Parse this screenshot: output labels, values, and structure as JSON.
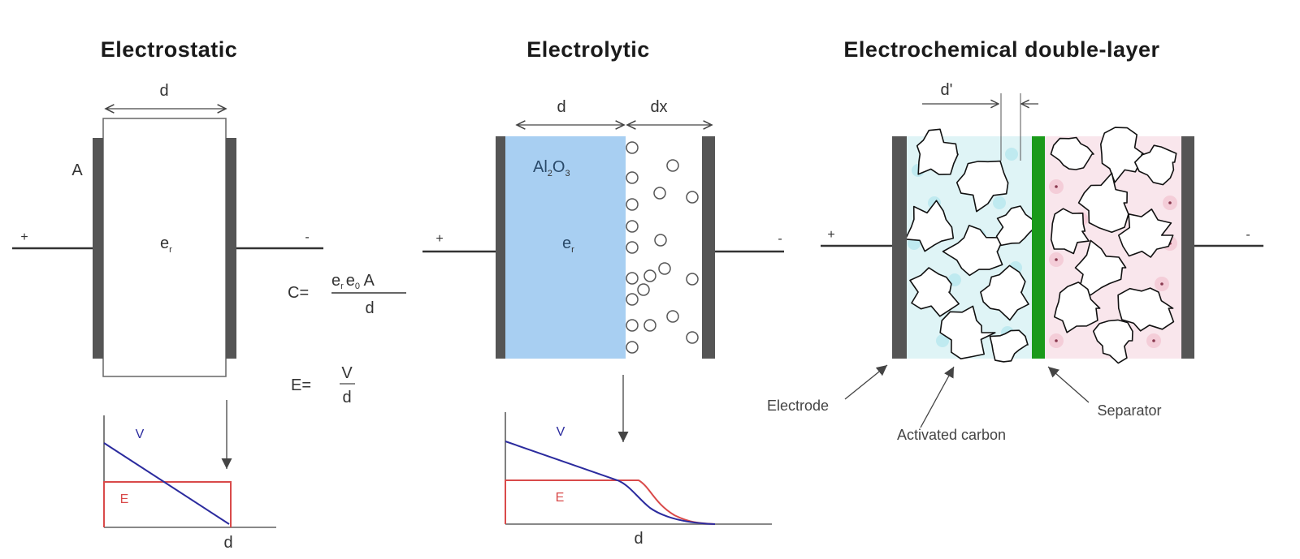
{
  "panels": {
    "electrostatic": {
      "title": "Electrostatic",
      "gap_label": "d",
      "area_label": "A",
      "dielectric_label": "e",
      "dielectric_sub": "r",
      "plus_label": "+",
      "minus_label": "-",
      "graph": {
        "v_label": "V",
        "e_label": "E",
        "x_label": "d"
      }
    },
    "formulas": {
      "capacitance_lhs": "C=",
      "capacitance_num": "e",
      "capacitance_num_sub1": "r",
      "capacitance_num_mid": "e",
      "capacitance_num_sub2": "0",
      "capacitance_num_tail": " A",
      "capacitance_den": "d",
      "field_lhs": "E=",
      "field_num": "V",
      "field_den": "d"
    },
    "electrolytic": {
      "title": "Electrolytic",
      "gap_label": "d",
      "dx_label": "dx",
      "oxide_label_main": "Al",
      "oxide_sub1": "2",
      "oxide_label_mid": "O",
      "oxide_sub2": "3",
      "dielectric_label": "e",
      "dielectric_sub": "r",
      "plus_label": "+",
      "minus_label": "-",
      "graph": {
        "v_label": "V",
        "e_label": "E",
        "x_label": "d"
      }
    },
    "double_layer": {
      "title": "Electrochemical double-layer",
      "d_label": "d'",
      "plus_label": "+",
      "minus_label": "-",
      "callouts": {
        "electrode": "Electrode",
        "activated_carbon": "Activated carbon",
        "separator": "Separator"
      }
    }
  },
  "colors": {
    "plate": "#555555",
    "oxide_fill": "#a8cff2",
    "v_line": "#2b2b9e",
    "e_line": "#d94a4a",
    "separator": "#1a9a1a",
    "anion_fill": "#cdeff3",
    "cation_fill": "#f4cdd8"
  }
}
